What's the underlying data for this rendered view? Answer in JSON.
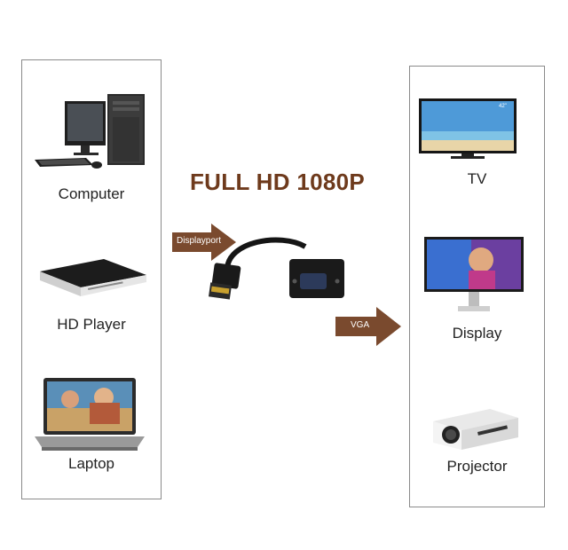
{
  "title": "FULL HD 1080P",
  "inputs": {
    "computer_label": "Computer",
    "hdplayer_label": "HD Player",
    "laptop_label": "Laptop"
  },
  "outputs": {
    "tv_label": "TV",
    "display_label": "Display",
    "projector_label": "Projector",
    "tv_size_badge": "42\""
  },
  "arrows": {
    "input_label": "Displayport",
    "output_label": "VGA"
  },
  "colors": {
    "title": "#6e3a1c",
    "arrow": "#7a4a2e",
    "panel_border": "#8a8a8a"
  }
}
